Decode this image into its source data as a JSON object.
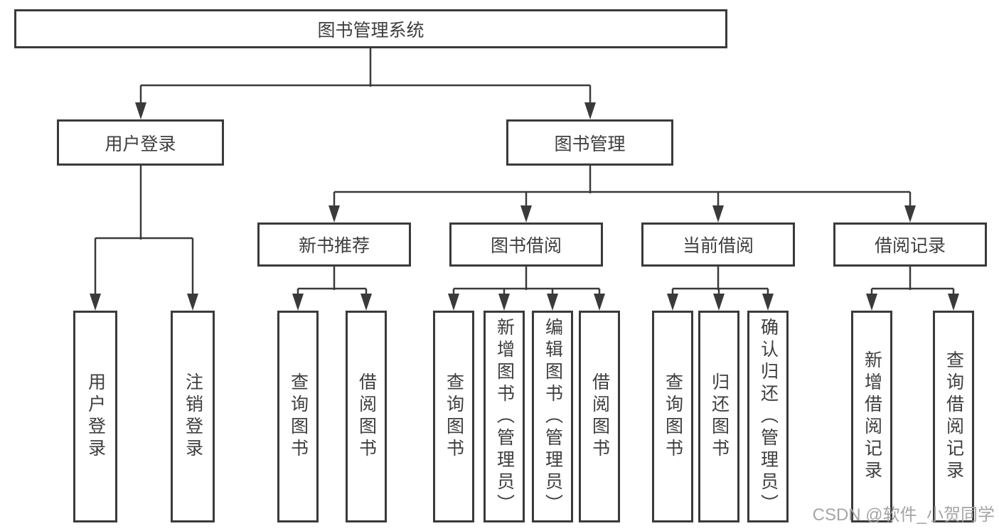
{
  "diagram": {
    "type": "hierarchy-tree",
    "root": {
      "label": "图书管理系统",
      "children": [
        {
          "label": "用户登录",
          "children": [
            {
              "label": "用户登录"
            },
            {
              "label": "注销登录"
            }
          ]
        },
        {
          "label": "图书管理",
          "children": [
            {
              "label": "新书推荐",
              "children": [
                {
                  "label": "查询图书"
                },
                {
                  "label": "借阅图书"
                }
              ]
            },
            {
              "label": "图书借阅",
              "children": [
                {
                  "label": "查询图书"
                },
                {
                  "label": "新增图书（管理员）"
                },
                {
                  "label": "编辑图书（管理员）"
                },
                {
                  "label": "借阅图书"
                }
              ]
            },
            {
              "label": "当前借阅",
              "children": [
                {
                  "label": "查询图书"
                },
                {
                  "label": "归还图书"
                },
                {
                  "label": "确认归还（管理员）"
                }
              ]
            },
            {
              "label": "借阅记录",
              "children": [
                {
                  "label": "新增借阅记录"
                },
                {
                  "label": "查询借阅记录"
                }
              ]
            }
          ]
        }
      ]
    }
  },
  "watermark": {
    "text": "CSDN @软件_小贺同学"
  },
  "colors": {
    "line": "#3a3a3a",
    "text": "#3e3e3e",
    "watermark": "#a5a5a5",
    "background": "#ffffff"
  }
}
